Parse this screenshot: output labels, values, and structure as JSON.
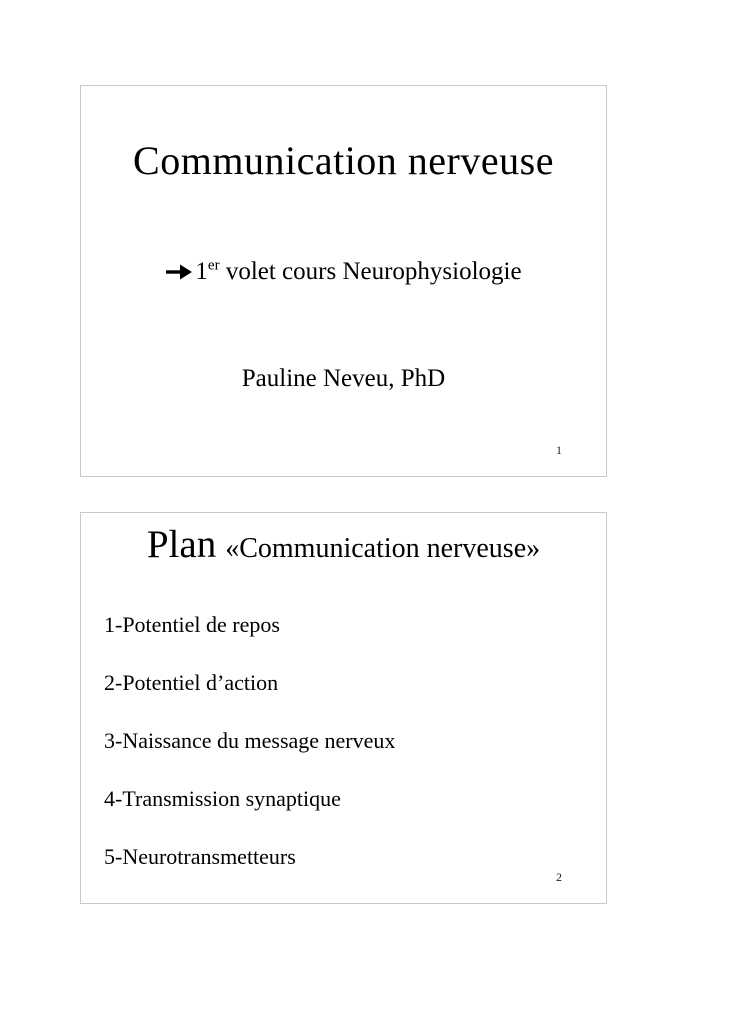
{
  "page": {
    "background": "#ffffff",
    "slide_border_color": "#c9c9c9",
    "text_color": "#000000"
  },
  "slide1": {
    "title": "Communication nerveuse",
    "subtitle": {
      "arrow_icon": "right-arrow-icon",
      "number": "1",
      "superscript": "er",
      "text": " volet cours Neurophysiologie"
    },
    "author": "Pauline Neveu, PhD",
    "page_number": "1"
  },
  "slide2": {
    "heading_main": "Plan",
    "heading_sub": "«Communication nerveuse»",
    "items": [
      "1-Potentiel de repos",
      "2-Potentiel d’action",
      "3-Naissance du message nerveux",
      "4-Transmission synaptique",
      "5-Neurotransmetteurs"
    ],
    "page_number": "2"
  }
}
